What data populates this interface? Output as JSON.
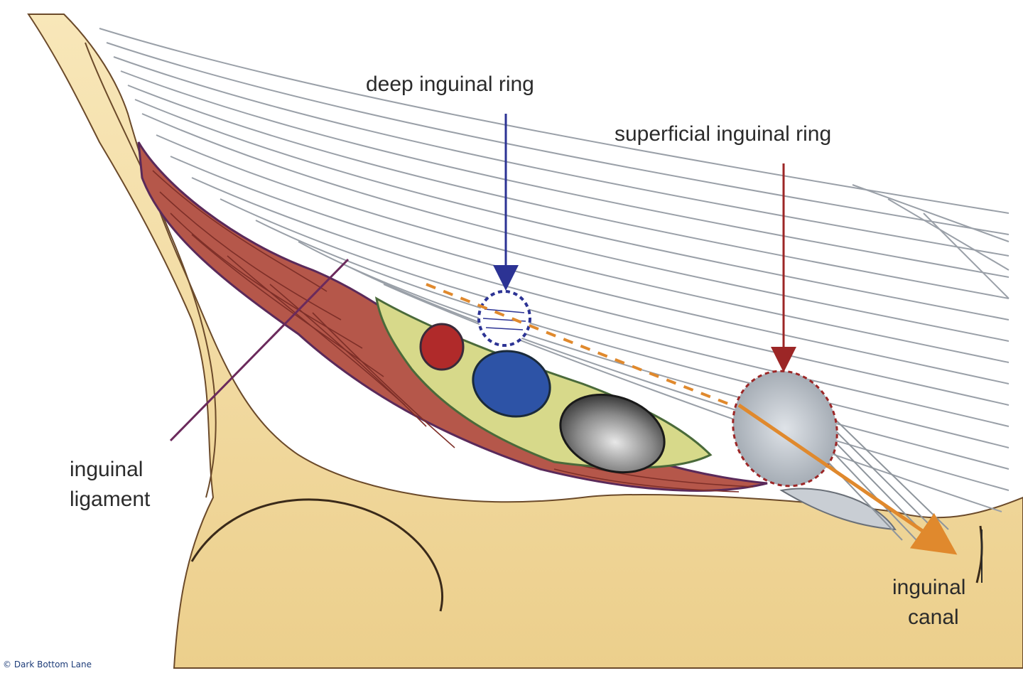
{
  "labels": {
    "deep_ring": "deep inguinal ring",
    "superficial_ring": "superficial inguinal ring",
    "ligament_line1": "inguinal",
    "ligament_line2": "ligament",
    "canal_line1": "inguinal",
    "canal_line2": "canal"
  },
  "credit": "© Dark Bottom Lane",
  "colors": {
    "bone": "#f3dca3",
    "bone_edge": "#d8bd7f",
    "muscle": "#b5574a",
    "muscle_lines": "#7e2f28",
    "fascia_sheath": "#d7d98a",
    "artery": "#b02a2a",
    "vein": "#2d53a6",
    "lymph_node": "#6d6d6d",
    "fiber_lines": "#9aa0a8",
    "deep_ring_pointer": "#2c3394",
    "superficial_ring_pointer": "#9c2626",
    "ligament_pointer": "#6b2a5c",
    "canal_arrow": "#e0892d"
  }
}
